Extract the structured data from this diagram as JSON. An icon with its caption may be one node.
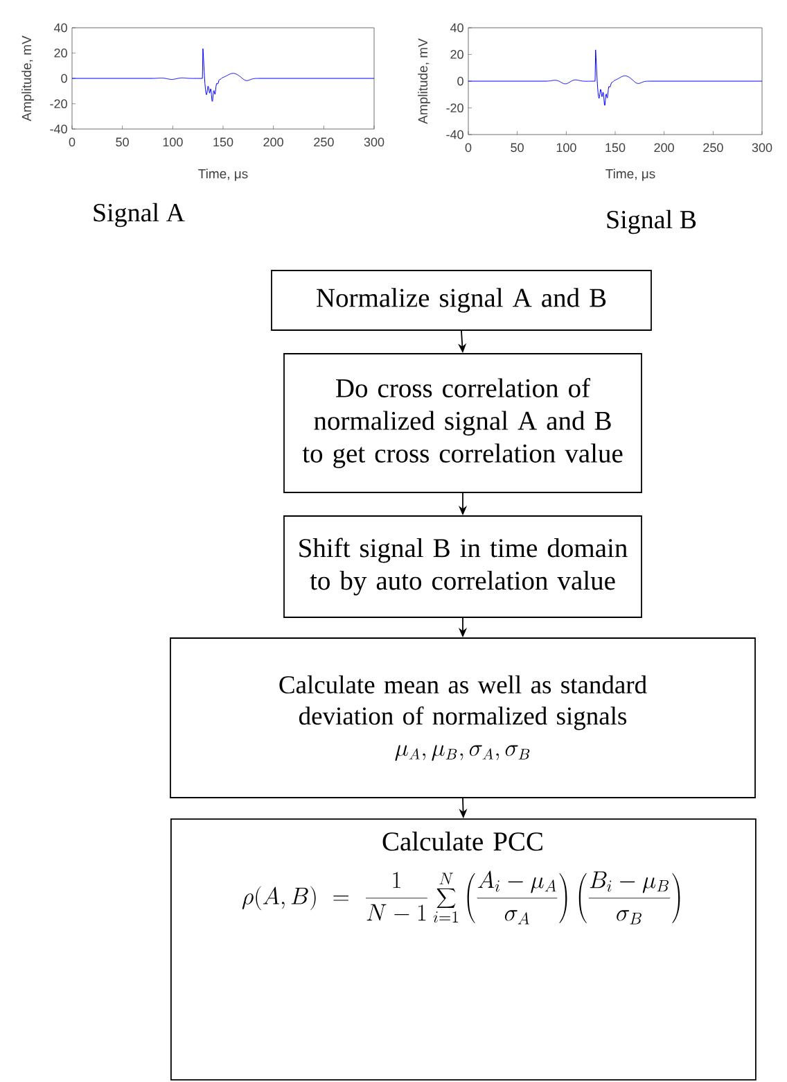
{
  "diagram": {
    "nodes": [
      {
        "text": [
          "Normalize signal A and B"
        ]
      },
      {
        "text": [
          "Do cross correlation of normalized signal A and B to get cross correlation value"
        ]
      },
      {
        "text": [
          "Shift signal B in time domain to by auto correlation value"
        ]
      },
      {
        "text": [
          "Calculate mean as well as standard deviation of normalized signals",
          "\\mu_A, \\mu_B, \\sigma_A, \\sigma_B"
        ]
      },
      {
        "text": [
          "Calculate PCC",
          "\\rho(A,B)=\\frac{1}{N-1}\\sum_{i=1}^{N}\\left(\\frac{A_i-\\mu_A}{\\sigma_A}\\right)\\left(\\frac{B_i-\\mu_B}{\\sigma_B}\\right)"
        ]
      }
    ],
    "edges": [
      {
        "from": 0,
        "to": 1,
        "arrow": "to"
      },
      {
        "from": 1,
        "to": 2,
        "arrow": "to"
      },
      {
        "from": 2,
        "to": 3,
        "arrow": "to"
      },
      {
        "from": 3,
        "to": 4,
        "arrow": "to"
      }
    ],
    "labels": [
      "40",
      "20",
      "0",
      "-20",
      "-40",
      "Amplitude, mV",
      "0",
      "50",
      "100",
      "150",
      "200",
      "250",
      "300",
      "Time, μs",
      "Signal A",
      "40",
      "20",
      "0",
      "-20",
      "-40",
      "Amplitude, mV",
      "0",
      "50",
      "100",
      "150",
      "200",
      "250",
      "300",
      "Time, μs",
      "Signal B"
    ]
  }
}
